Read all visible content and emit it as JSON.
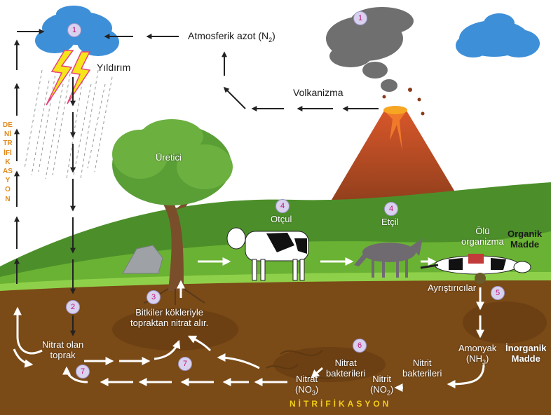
{
  "labels": {
    "atmosferik_azot": "Atmosferik azot (N",
    "atmosferik_azot_sub": "2",
    "yildirim": "Yıldırım",
    "volkanizma": "Volkanizma",
    "uretici": "Üretici",
    "otcul": "Otçul",
    "etcil": "Etçil",
    "olu_organizma_1": "Ölü",
    "olu_organizma_2": "organizma",
    "organik_madde_1": "Organik",
    "organik_madde_2": "Madde",
    "ayristiricilar": "Ayrıştırıcılar",
    "bitkiler_1": "Bitkiler kökleriyle",
    "bitkiler_2": "topraktan nitrat alır.",
    "nitrat_olan_1": "Nitrat olan",
    "nitrat_olan_2": "toprak",
    "amonyak_1": "Amonyak",
    "amonyak_2": "(NH",
    "amonyak_sub": "3",
    "inorganik_madde_1": "İnorganik",
    "inorganik_madde_2": "Madde",
    "nitrit_bakterileri_1": "Nitrit",
    "nitrit_bakterileri_2": "bakterileri",
    "nitrat_bakterileri_1": "Nitrat",
    "nitrat_bakterileri_2": "bakterileri",
    "nitrit_1": "Nitrit",
    "nitrit_2": "(NO",
    "nitrit_sub": "2",
    "nitrat_1": "Nitrat",
    "nitrat_2": "(NO",
    "nitrat_sub": "3",
    "denitrifikasyon": "DENİTRİFİKASYON",
    "nitrifikasyon": "NİTRİFİKASYON"
  },
  "badges": {
    "b1_cloud": "1",
    "b1_volcano": "1",
    "b2": "2",
    "b3": "3",
    "b4_otcul": "4",
    "b4_etcil": "4",
    "b5": "5",
    "b6": "6",
    "b7_left": "7",
    "b7_mid": "7"
  },
  "colors": {
    "soil": "#7a4a17",
    "grass": "#6ab233",
    "sky_cloud": "#3d8fd8",
    "lava": "#d94a1c",
    "tree": "#5a9e36",
    "badge_fill": "#d9d2ee",
    "badge_text": "#c0167c",
    "denitrification_text": "#e08a1e",
    "nitrification_text": "#f2cd17"
  }
}
